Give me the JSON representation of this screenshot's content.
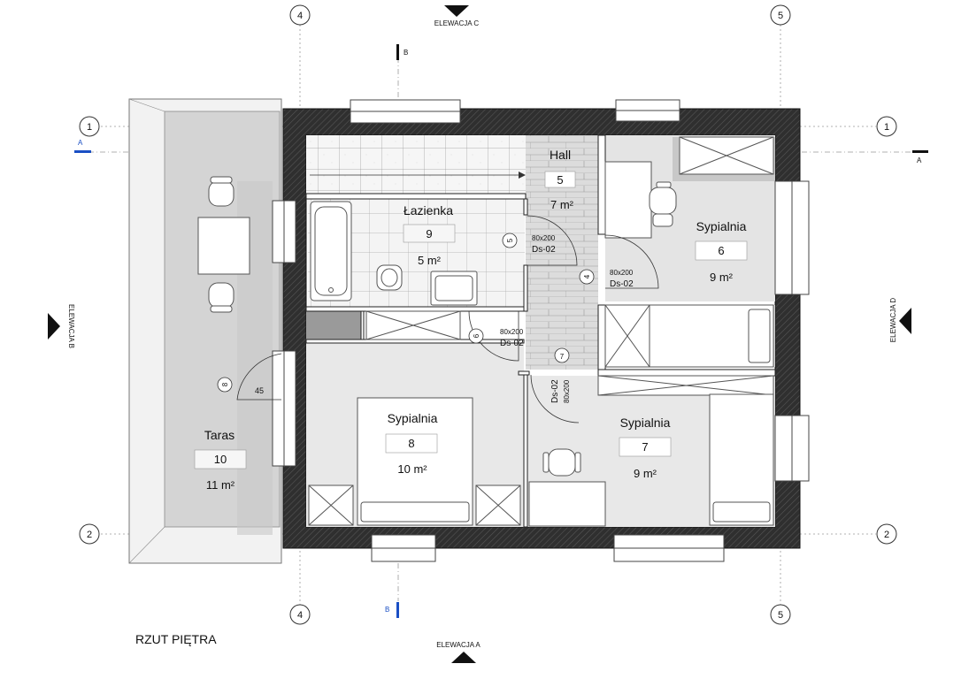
{
  "drawing": {
    "title": "RZUT PIĘTRA",
    "elevations": {
      "a": "ELEWACJA A",
      "b": "ELEWACJA B",
      "c": "ELEWACJA C",
      "d": "ELEWACJA D"
    },
    "sections": {
      "a": "A",
      "b": "B"
    },
    "grid": {
      "axis_1": "1",
      "axis_2": "2",
      "axis_4": "4",
      "axis_5": "5"
    }
  },
  "rooms": {
    "hall": {
      "name": "Hall",
      "number": "5",
      "area": "7 m²"
    },
    "bathroom": {
      "name": "Łazienka",
      "number": "9",
      "area": "5 m²"
    },
    "bedroom_6": {
      "name": "Sypialnia",
      "number": "6",
      "area": "9 m²"
    },
    "bedroom_8": {
      "name": "Sypialnia",
      "number": "8",
      "area": "10 m²"
    },
    "bedroom_7": {
      "name": "Sypialnia",
      "number": "7",
      "area": "9 m²"
    },
    "terrace": {
      "name": "Taras",
      "number": "10",
      "area": "11 m²"
    }
  },
  "doors": {
    "d5": {
      "number": "5",
      "size": "80x200",
      "type": "Ds-02"
    },
    "d4": {
      "number": "4",
      "size": "80x200",
      "type": "Ds-02"
    },
    "d6": {
      "number": "6",
      "size": "80x200",
      "type": "Ds-02"
    },
    "d7": {
      "number": "7",
      "size": "80x200",
      "type": "Ds-02"
    },
    "d8": {
      "number": "8",
      "angle": "45"
    }
  },
  "colors": {
    "wall": "#3a3a3a",
    "room_fill": "#e6e6e6",
    "shadow": "#c8c8c8",
    "grid_line": "#888888",
    "section_blue": "#1a4fc4"
  }
}
